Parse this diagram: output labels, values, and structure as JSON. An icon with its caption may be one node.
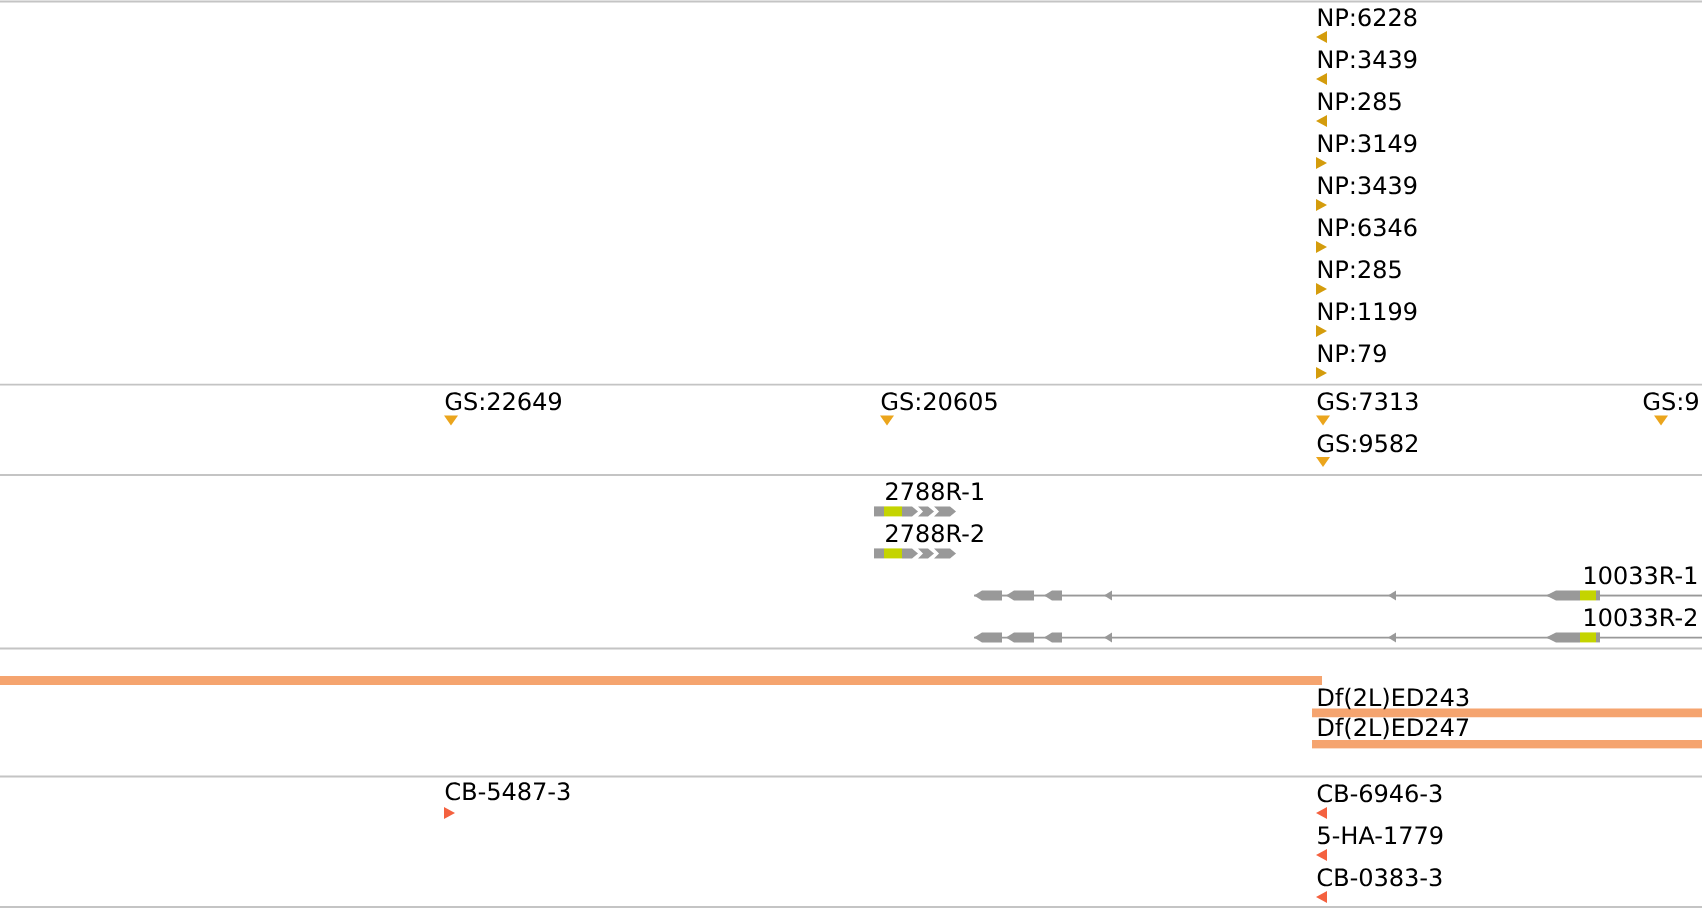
{
  "diagram": {
    "labels": [
      "NP:6228",
      "NP:3439",
      "NP:285",
      "NP:3149",
      "NP:3439",
      "NP:6346",
      "NP:285",
      "NP:1199",
      "NP:79",
      "GS:22649",
      "GS:20605",
      "GS:7313",
      "GS:9",
      "GS:9582",
      "2788R-1",
      "2788R-2",
      "10033R-1",
      "10033R-2",
      "Df(2L)ED243",
      "Df(2L)ED247",
      "CB-5487-3",
      "CB-6946-3",
      "5-HA-1779",
      "CB-0383-3"
    ]
  }
}
